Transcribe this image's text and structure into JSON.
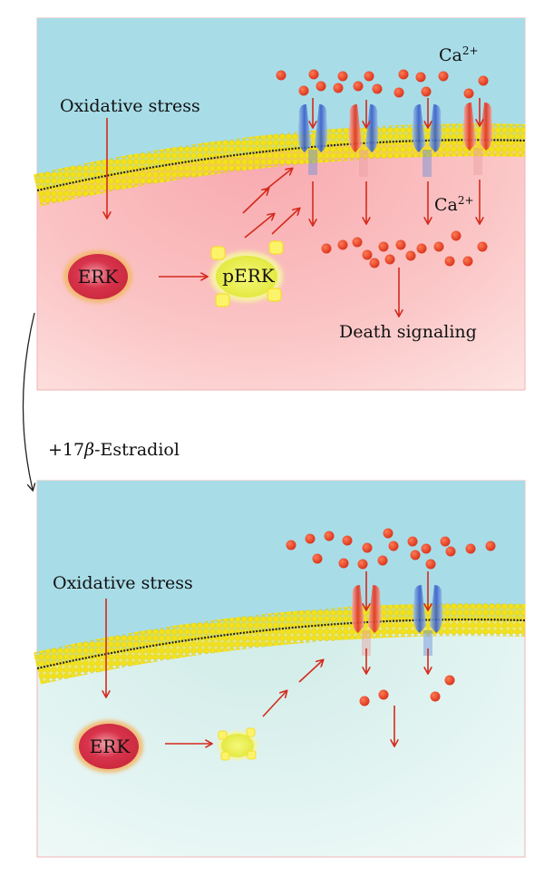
{
  "panel_top": {
    "oxidative_stress": "Oxidative stress",
    "ca_top_base": "Ca",
    "ca_top_sup": "2+",
    "ca_inner_base": "Ca",
    "ca_inner_sup": "2+",
    "erk": "ERK",
    "perk": "pERK",
    "death_signaling": "Death signaling"
  },
  "transition": {
    "label_prefix": "+17",
    "label_beta": "β",
    "label_suffix": "-Estradiol"
  },
  "panel_bottom": {
    "oxidative_stress": "Oxidative stress",
    "erk": "ERK"
  },
  "colors": {
    "extracellular": "#a8dde8",
    "membrane": "#f2e01a",
    "membrane_core": "#222222",
    "cytosol_stressed": "#fbb7bb",
    "cytosol_protected": "#e2f4f2",
    "calcium_ion": "#e23c1e",
    "arrow": "#d42a1c",
    "erk": "#d6334a",
    "perk": "#e6ee3a"
  }
}
